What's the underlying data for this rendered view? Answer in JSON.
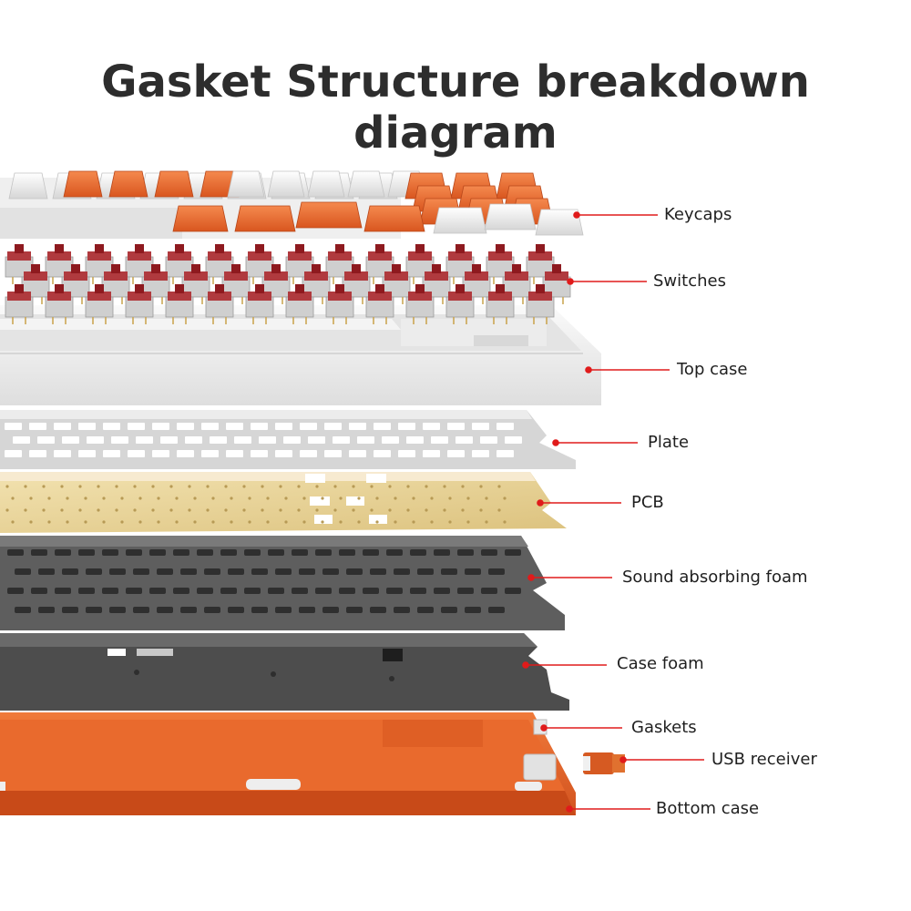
{
  "title": "Gasket Structure breakdown diagram",
  "colors": {
    "leader": "#e01b1b",
    "orange": "#e8622a",
    "white_cap": "#f1f1f1",
    "switch_red": "#9b1f24",
    "plate_grey": "#d9d9d9",
    "pcb_gold": "#e9d59a",
    "foam_dark": "#5e5e5e",
    "case_foam": "#4a4a4a"
  },
  "layers": [
    {
      "id": "keycaps",
      "label": "Keycaps"
    },
    {
      "id": "switches",
      "label": "Switches"
    },
    {
      "id": "top-case",
      "label": "Top case"
    },
    {
      "id": "plate",
      "label": "Plate"
    },
    {
      "id": "pcb",
      "label": "PCB"
    },
    {
      "id": "sound-foam",
      "label": "Sound absorbing foam"
    },
    {
      "id": "case-foam",
      "label": "Case foam"
    },
    {
      "id": "gaskets",
      "label": "Gaskets"
    },
    {
      "id": "usb-receiver",
      "label": "USB receiver"
    },
    {
      "id": "bottom-case",
      "label": "Bottom case"
    }
  ]
}
